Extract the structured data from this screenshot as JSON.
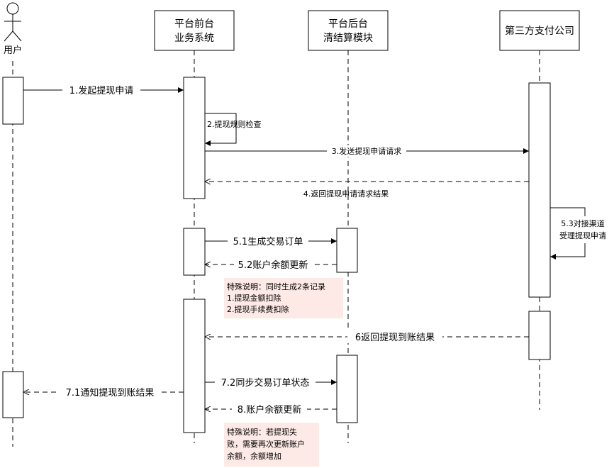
{
  "actors": {
    "user": "用户",
    "frontend": [
      "平台前台",
      "业务系统"
    ],
    "backend": [
      "平台后台",
      "清结算模块"
    ],
    "third_party": "第三方支付公司"
  },
  "messages": {
    "m1": "1.发起提现申请",
    "m2": "2.提现规则检查",
    "m3": "3.发送提现申请请求",
    "m4": "4.返回提现申请请求结果",
    "m53": [
      "5.3对接渠道",
      "受理提现申请"
    ],
    "m51": "5.1生成交易订单",
    "m52": "5.2账户余额更新",
    "m6": "6返回提现到账结果",
    "m72": "7.2同步交易订单状态",
    "m71": "7.1通知提现到账结果",
    "m8": "8.账户余额更新"
  },
  "notes": {
    "note1": [
      "特殊说明：同时生成2条记录",
      "1.提现金额扣除",
      "2.提现手续费扣除"
    ],
    "note2": [
      "特殊说明：若提现失",
      "败，需要再次更新账户",
      "余额，余额增加"
    ]
  },
  "colors": {
    "line": "#000000",
    "note_fill": "#fde9e6"
  }
}
